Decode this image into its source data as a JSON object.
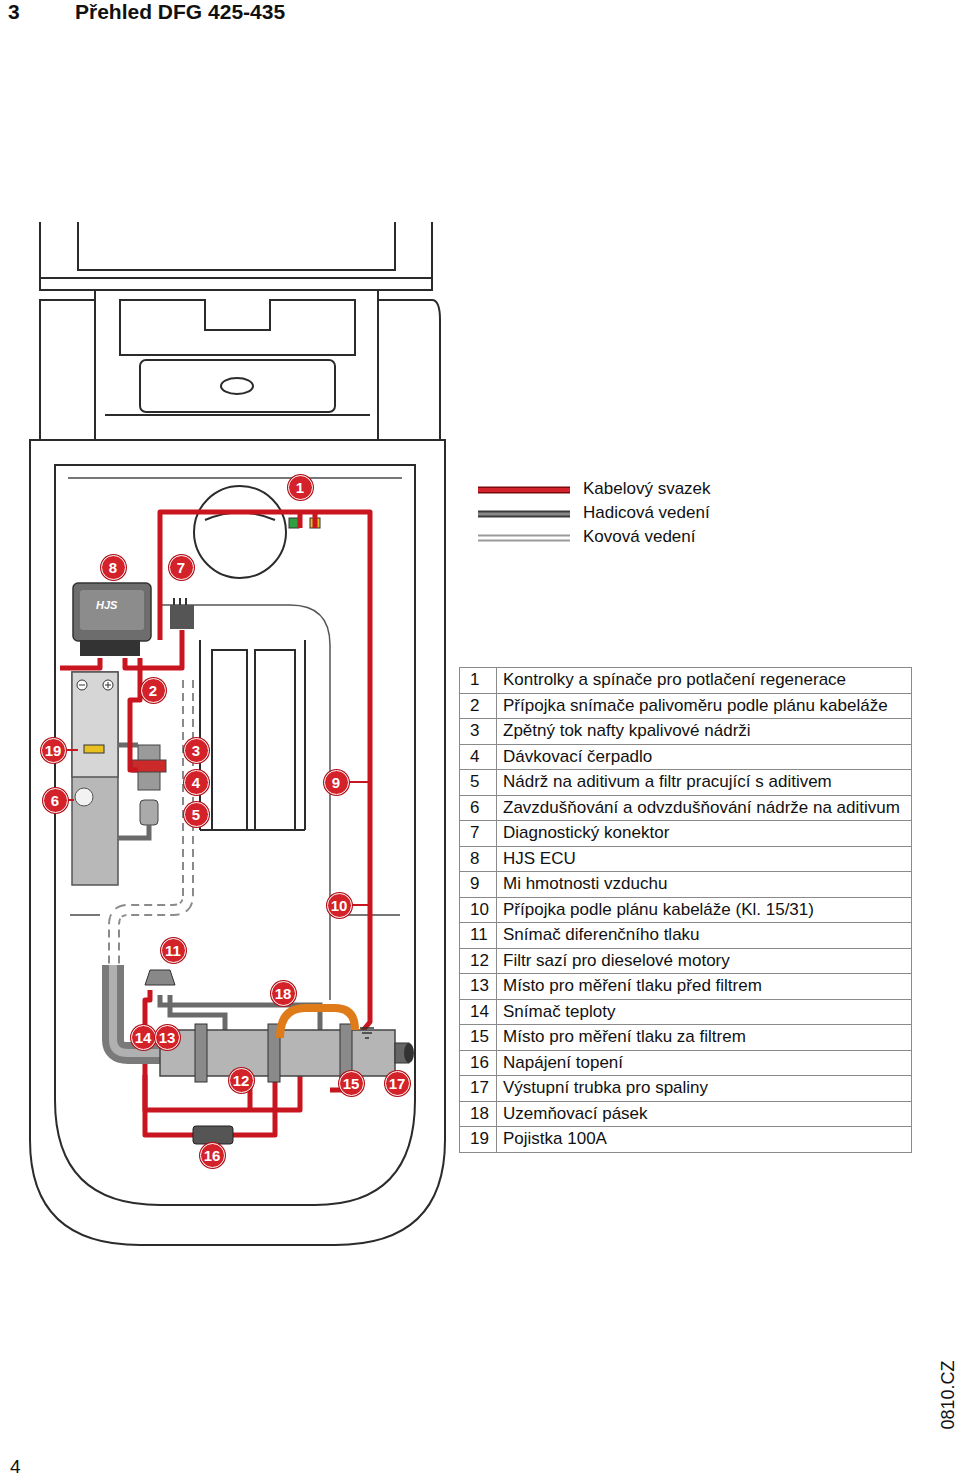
{
  "diagram": {
    "nodes": [
      {
        "text": [
          "1"
        ]
      },
      {
        "text": [
          "8"
        ]
      },
      {
        "text": [
          "7"
        ]
      },
      {
        "text": [
          "2"
        ]
      },
      {
        "text": [
          "19"
        ]
      },
      {
        "text": [
          "3"
        ]
      },
      {
        "text": [
          "4"
        ]
      },
      {
        "text": [
          "9"
        ]
      },
      {
        "text": [
          "6"
        ]
      },
      {
        "text": [
          "5"
        ]
      },
      {
        "text": [
          "10"
        ]
      },
      {
        "text": [
          "11"
        ]
      },
      {
        "text": [
          "18"
        ]
      },
      {
        "text": [
          "14"
        ]
      },
      {
        "text": [
          "13"
        ]
      },
      {
        "text": [
          "12"
        ]
      },
      {
        "text": [
          "15"
        ]
      },
      {
        "text": [
          "17"
        ]
      },
      {
        "text": [
          "16"
        ]
      }
    ],
    "labels": [
      "3",
      "Přehled DFG 425-435",
      "HJS",
      "1",
      "Kontrolky a spínače pro potlačení regenerace",
      "2",
      "Přípojka snímače palivoměru podle plánu kabeláže",
      "3",
      "Zpětný tok nafty kpalivové nádrži",
      "4",
      "Dávkovací čerpadlo",
      "5",
      "Nádrž na aditivum a filtr pracující s aditivem",
      "6",
      "Zavzdušňování a odvzdušňování nádrže na aditivum",
      "7",
      "Diagnostický konektor",
      "8",
      "HJS ECU",
      "9",
      "Mi hmotnosti vzduchu",
      "10",
      "Přípojka podle plánu kabeláže (Kl. 15/31)",
      "11",
      "Snímač diferenčního tlaku",
      "12",
      "Filtr sazí pro dieselové motory",
      "13",
      "Místo pro měření tlaku před filtrem",
      "14",
      "Snímač teploty",
      "15",
      "Místo pro měření tlaku za filtrem",
      "16",
      "Napájení topení",
      "17",
      "Výstupní trubka pro spaliny",
      "18",
      "Uzemňovací pásek",
      "19",
      "Pojistka 100A",
      "4",
      "0810.CZ"
    ],
    "legend": [
      {
        "text": "Kabelový svazek"
      },
      {
        "text": "Hadicová vedení"
      },
      {
        "text": "Kovová vedení"
      }
    ]
  }
}
